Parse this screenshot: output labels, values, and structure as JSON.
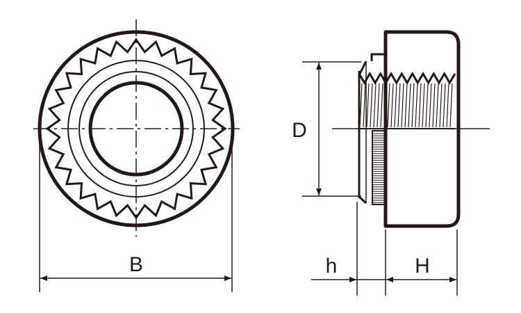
{
  "labels": {
    "B": "B",
    "D": "D",
    "h": "h",
    "H": "H"
  },
  "colors": {
    "line": "#231815",
    "background": "#ffffff"
  }
}
